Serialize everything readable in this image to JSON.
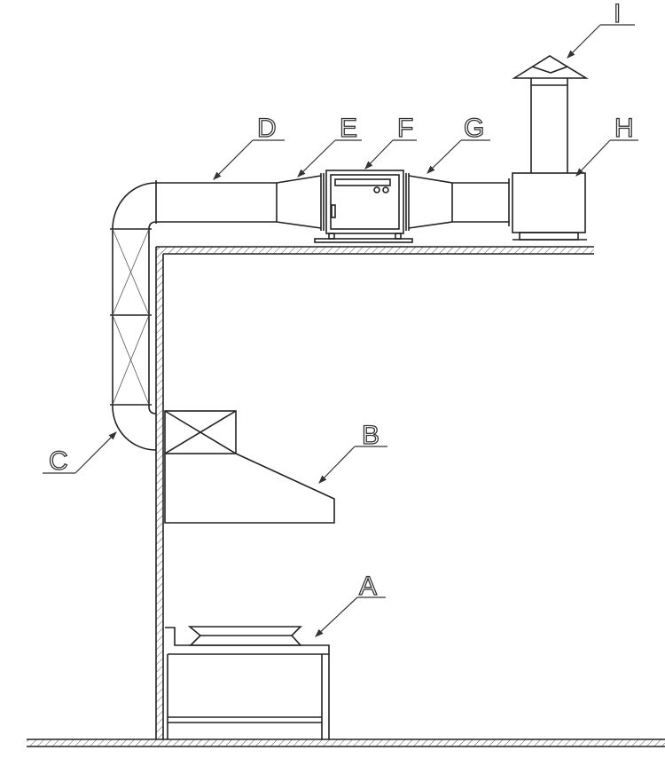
{
  "diagram": {
    "labels": {
      "a": "A",
      "b": "B",
      "c": "C",
      "d": "D",
      "e": "E",
      "f": "F",
      "g": "G",
      "h": "H",
      "i": "I"
    }
  }
}
